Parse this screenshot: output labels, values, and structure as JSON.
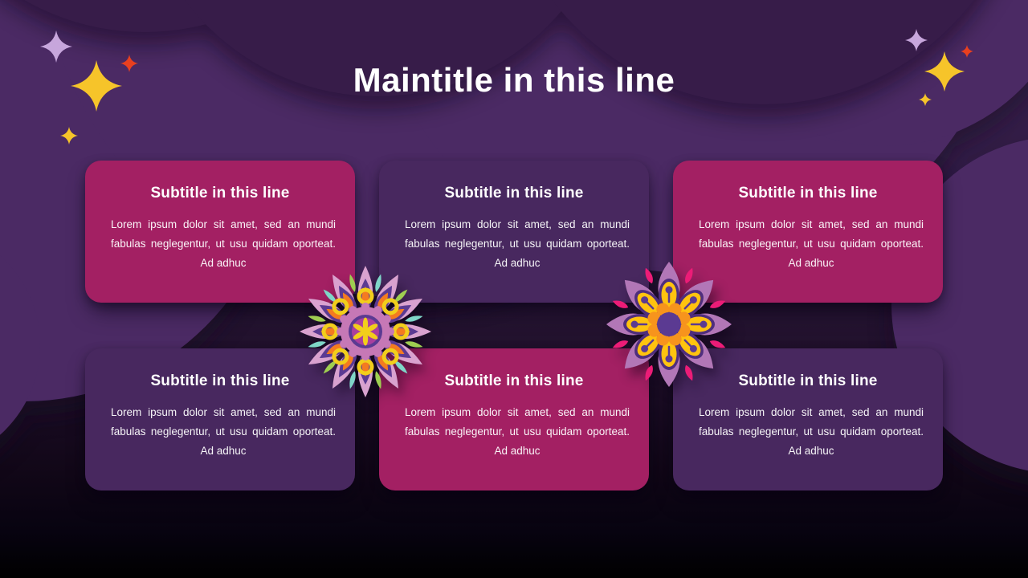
{
  "slide": {
    "title": "Maintitle in this line",
    "cards": [
      {
        "subtitle": "Subtitle in this line",
        "body": "Lorem ipsum dolor sit amet, sed an mundi fabulas neglegentur, ut usu quidam oporteat. Ad adhuc",
        "variant": "magenta"
      },
      {
        "subtitle": "Subtitle in this line",
        "body": "Lorem ipsum dolor sit amet, sed an mundi fabulas neglegentur, ut usu quidam oporteat. Ad adhuc",
        "variant": "purple"
      },
      {
        "subtitle": "Subtitle in this line",
        "body": "Lorem ipsum dolor sit amet, sed an mundi fabulas neglegentur, ut usu quidam oporteat. Ad adhuc",
        "variant": "magenta"
      },
      {
        "subtitle": "Subtitle in this line",
        "body": "Lorem ipsum dolor sit amet, sed an mundi fabulas neglegentur, ut usu quidam oporteat. Ad adhuc",
        "variant": "purple"
      },
      {
        "subtitle": "Subtitle in this line",
        "body": "Lorem ipsum dolor sit amet, sed an mundi fabulas neglegentur, ut usu quidam oporteat. Ad adhuc",
        "variant": "magenta"
      },
      {
        "subtitle": "Subtitle in this line",
        "body": "Lorem ipsum dolor sit amet, sed an mundi fabulas neglegentur, ut usu quidam oporteat. Ad adhuc",
        "variant": "purple"
      }
    ],
    "colors": {
      "card_magenta": "#A32063",
      "card_purple": "#48285F",
      "background_purple": "#4B2A64",
      "background_dark_purple": "#351B47",
      "background_floor": "#150A1E",
      "title_text": "#FFFFFF",
      "sparkle_yellow": "#F6C42A",
      "sparkle_lavender": "#C7A6DC",
      "sparkle_orange": "#E8401F"
    },
    "decor": {
      "sparkle_cluster_left": [
        "lavender-sparkle",
        "small-orange-sparkle",
        "large-yellow-sparkle",
        "small-yellow-sparkle"
      ],
      "sparkle_cluster_right": [
        "lavender-sparkle",
        "small-orange-sparkle",
        "large-yellow-sparkle",
        "small-yellow-sparkle"
      ],
      "ornaments": [
        "left-rangoli-flower",
        "right-rangoli-flower"
      ]
    }
  }
}
